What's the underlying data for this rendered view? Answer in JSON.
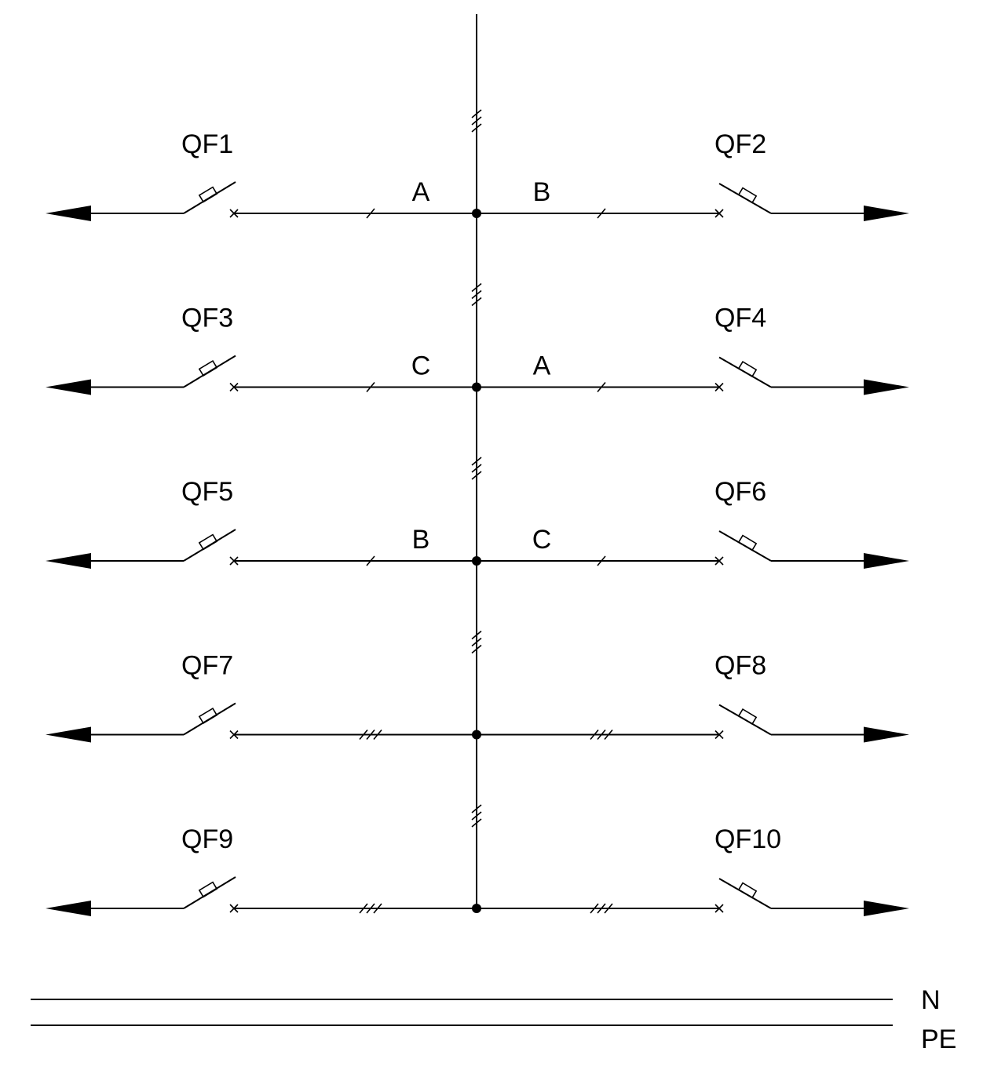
{
  "diagram": {
    "rows": [
      {
        "left": {
          "breaker": "QF1",
          "phase": "A"
        },
        "right": {
          "breaker": "QF2",
          "phase": "B"
        }
      },
      {
        "left": {
          "breaker": "QF3",
          "phase": "C"
        },
        "right": {
          "breaker": "QF4",
          "phase": "A"
        }
      },
      {
        "left": {
          "breaker": "QF5",
          "phase": "B"
        },
        "right": {
          "breaker": "QF6",
          "phase": "C"
        }
      },
      {
        "left": {
          "breaker": "QF7",
          "phase": ""
        },
        "right": {
          "breaker": "QF8",
          "phase": ""
        }
      },
      {
        "left": {
          "breaker": "QF9",
          "phase": ""
        },
        "right": {
          "breaker": "QF10",
          "phase": ""
        }
      }
    ],
    "bus": {
      "n_label": "N",
      "pe_label": "PE"
    }
  }
}
